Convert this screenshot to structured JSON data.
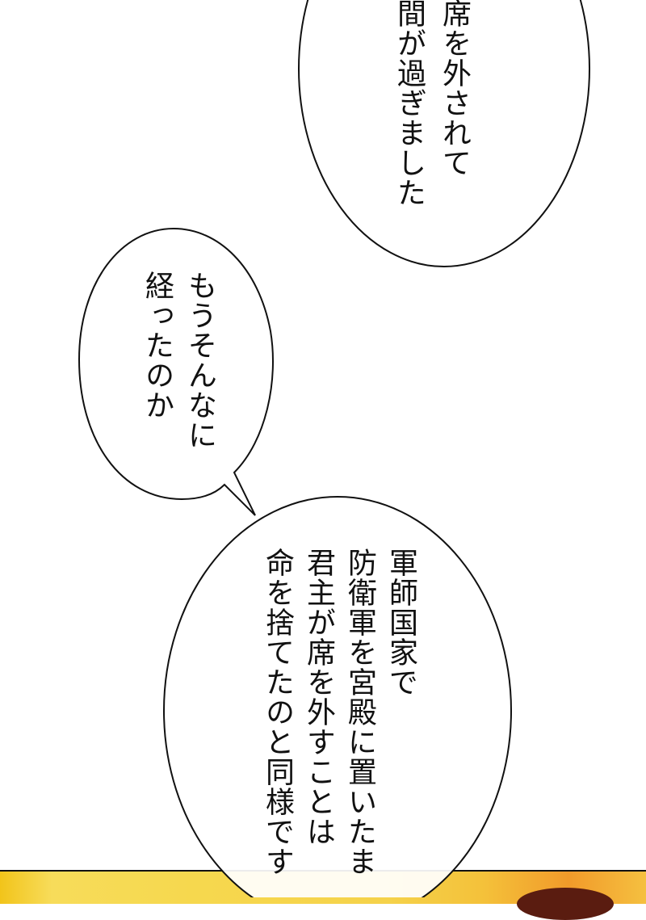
{
  "bubbles": [
    {
      "id": "top",
      "lines": [
        "席を外されて",
        "間が過ぎました"
      ]
    },
    {
      "id": "middle",
      "lines": [
        "もうそんなに",
        "経ったのか"
      ]
    },
    {
      "id": "bottom",
      "lines": [
        "軍師国家で",
        "防衛軍を宮殿に置いたま",
        "君主が席を外すことは",
        "命を捨てたのと同様です"
      ]
    }
  ],
  "colors": {
    "ink": "#111111",
    "panel_gold": "#f5d24a",
    "panel_orange": "#f19a2a"
  }
}
